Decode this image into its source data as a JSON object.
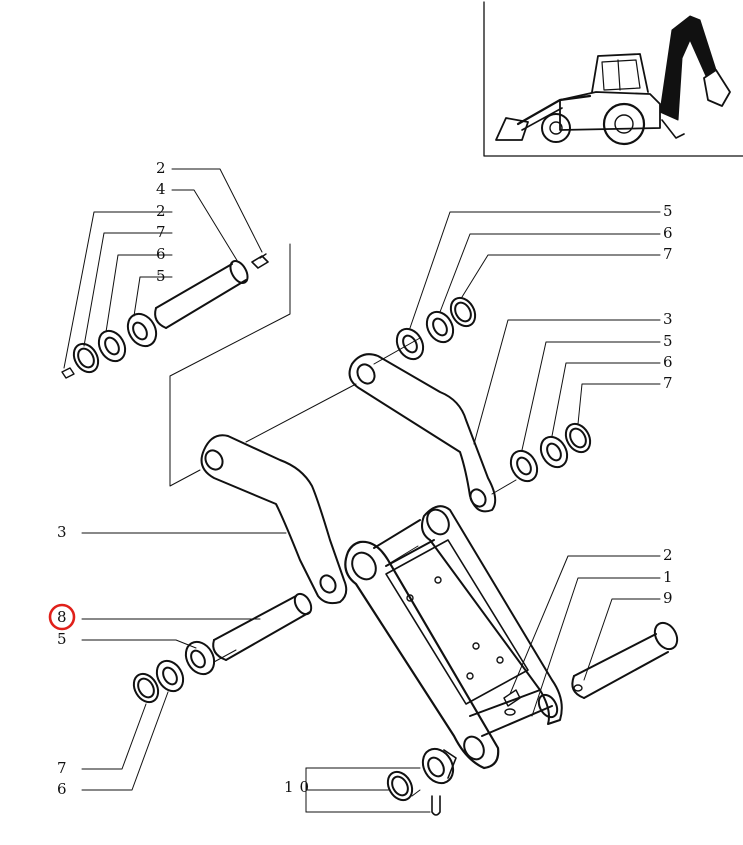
{
  "colors": {
    "ink": "#111111",
    "highlight": "#e0201a",
    "paper": "#ffffff"
  },
  "thumbnail": {
    "icon": "backhoe-loader-icon"
  },
  "callouts": {
    "tl_2a": "2",
    "tl_4": "4",
    "tl_2b": "2",
    "tl_7": "7",
    "tl_6": "6",
    "tl_5": "5",
    "tr_5": "5",
    "tr_6": "6",
    "tr_7": "7",
    "mr_3": "3",
    "mr_5": "5",
    "mr_6": "6",
    "mr_7": "7",
    "ml_3": "3",
    "ml_8": "8",
    "ml_5": "5",
    "br_2": "2",
    "br_1": "1",
    "br_9": "9",
    "bl_7": "7",
    "bl_6": "6",
    "bc_10": "10"
  },
  "highlighted_callout": "8"
}
